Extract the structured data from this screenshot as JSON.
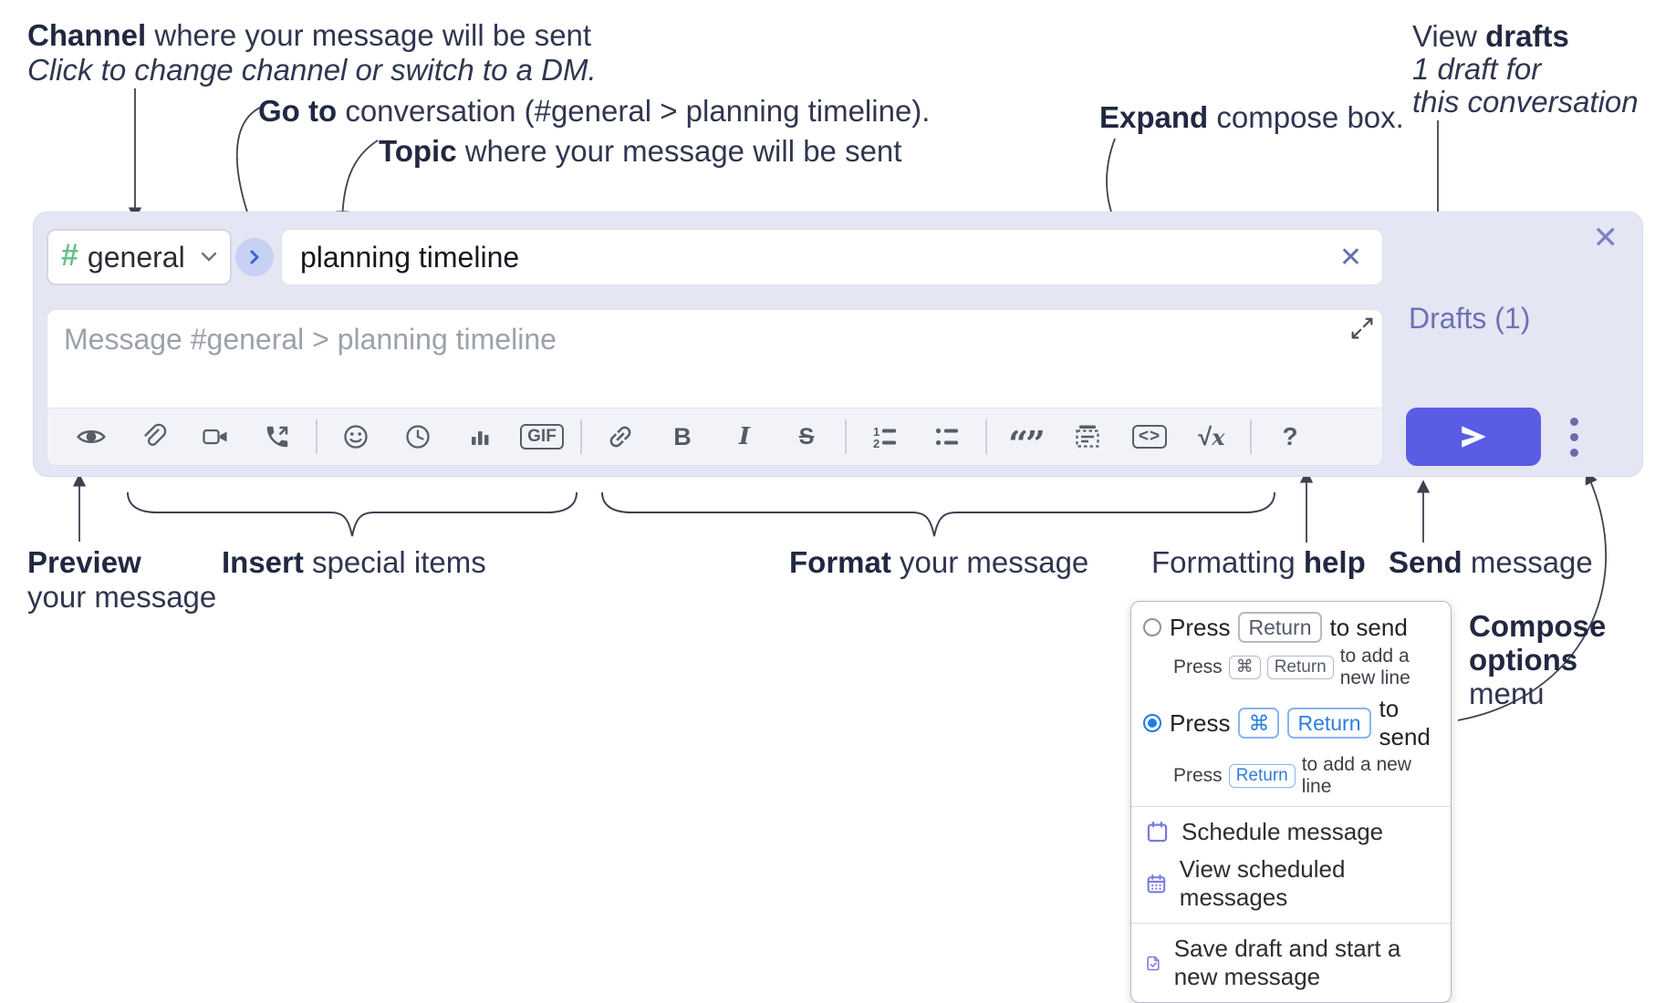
{
  "annotations": {
    "channel": {
      "bold": "Channel",
      "rest": " where your message will be sent"
    },
    "channel_sub": "Click to change channel or switch to a DM.",
    "goto": {
      "bold": "Go to",
      "rest": " conversation (#general > planning timeline)."
    },
    "topic": {
      "bold": "Topic",
      "rest": " where your message will be sent"
    },
    "expand": {
      "bold": "Expand",
      "rest": " compose box."
    },
    "view_drafts": {
      "pre": "View ",
      "bold": "drafts",
      "line2": "1 draft for",
      "line3": "this conversation"
    },
    "preview": {
      "bold": "Preview",
      "line2": "your message"
    },
    "insert": {
      "bold": "Insert",
      "rest": " special items"
    },
    "format": {
      "bold": "Format",
      "rest": " your message"
    },
    "formatting_help": {
      "pre": "Formatting ",
      "bold": "help"
    },
    "send_message": {
      "bold": "Send",
      "rest": " message"
    },
    "compose_options": {
      "line1": "Compose",
      "line2": "options",
      "line3": "menu"
    }
  },
  "compose": {
    "channel": {
      "hash": "#",
      "name": "general"
    },
    "topic_value": "planning timeline",
    "message_placeholder": "Message #general > planning timeline",
    "drafts_label": "Drafts (1)",
    "close_glyph": "✕",
    "clear_glyph": "✕",
    "toolbar": {
      "b": "B",
      "i": "I",
      "s": "S",
      "gif": "GIF",
      "code": "<>",
      "sqrt": "√",
      "x": "x",
      "quote": "“”",
      "n1": "1",
      "n2": "2",
      "help": "?"
    },
    "toolbar_icon_names": [
      "preview-icon",
      "attach-icon",
      "video-call-icon",
      "voice-call-icon",
      "emoji-icon",
      "time-icon",
      "poll-icon",
      "gif-icon",
      "link-icon",
      "bold-icon",
      "italic-icon",
      "strikethrough-icon",
      "numbered-list-icon",
      "bulleted-list-icon",
      "quote-icon",
      "spoiler-icon",
      "code-icon",
      "math-icon",
      "help-icon",
      "send-icon",
      "ellipsis-icon"
    ]
  },
  "options_menu": {
    "opt1": {
      "press": "Press",
      "key": "Return",
      "suffix": "to send"
    },
    "opt1_sub": {
      "press": "Press",
      "key1": "⌘",
      "key2": "Return",
      "suffix": "to add a new line"
    },
    "opt2": {
      "press": "Press",
      "key1": "⌘",
      "key2": "Return",
      "suffix": "to send"
    },
    "opt2_sub": {
      "press": "Press",
      "key": "Return",
      "suffix": "to add a new line"
    },
    "items": [
      {
        "label": "Schedule message"
      },
      {
        "label": "View scheduled messages"
      },
      {
        "label": "Save draft and start a new message"
      }
    ]
  },
  "colors": {
    "accent_send": "#5a5ce5",
    "compose_bg": "#e4e6f3",
    "drafts_link": "#6d71b5",
    "hash_green": "#68c088",
    "goto_circle_bg": "#c7d1f4",
    "goto_chevron": "#3c5fd9",
    "key_blue": "#2d7de2",
    "radio_blue": "#1e7ce2",
    "menu_icon_purple": "#7a7be0",
    "toolbar_icon": "#585e68"
  }
}
